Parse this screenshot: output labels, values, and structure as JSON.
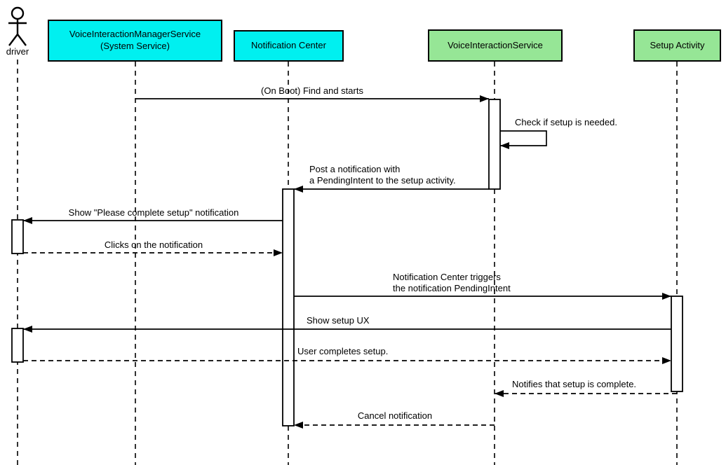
{
  "diagram": {
    "type": "uml-sequence-diagram",
    "actors": [
      {
        "id": "driver",
        "kind": "actor",
        "label": "driver"
      },
      {
        "id": "voice-interaction-manager-service",
        "kind": "participant",
        "label": "VoiceInteractionManagerService\n(System Service)",
        "color": "#00F0F0"
      },
      {
        "id": "notification-center",
        "kind": "participant",
        "label": "Notification Center",
        "color": "#00F0F0"
      },
      {
        "id": "voice-interaction-service",
        "kind": "participant",
        "label": "VoiceInteractionService",
        "color": "#96E696"
      },
      {
        "id": "setup-activity",
        "kind": "participant",
        "label": "Setup Activity",
        "color": "#96E696"
      }
    ],
    "messages": [
      {
        "from": "voice-interaction-manager-service",
        "to": "voice-interaction-service",
        "style": "solid",
        "label": "(On Boot) Find and starts"
      },
      {
        "from": "voice-interaction-service",
        "to": "voice-interaction-service",
        "style": "solid",
        "self_message": true,
        "label": "Check if setup is needed."
      },
      {
        "from": "voice-interaction-service",
        "to": "notification-center",
        "style": "solid",
        "label": "Post a notification with\na PendingIntent to the setup activity."
      },
      {
        "from": "notification-center",
        "to": "driver",
        "style": "solid",
        "label": "Show \"Please complete setup\" notification"
      },
      {
        "from": "driver",
        "to": "notification-center",
        "style": "dashed",
        "label": "Clicks on the notification"
      },
      {
        "from": "notification-center",
        "to": "setup-activity",
        "style": "solid",
        "label": "Notification Center triggers\nthe notification PendingIntent"
      },
      {
        "from": "setup-activity",
        "to": "driver",
        "style": "solid",
        "label": "Show setup UX"
      },
      {
        "from": "driver",
        "to": "setup-activity",
        "style": "dashed",
        "label": "User completes setup."
      },
      {
        "from": "setup-activity",
        "to": "voice-interaction-service",
        "style": "dashed",
        "label": "Notifies that setup is complete."
      },
      {
        "from": "voice-interaction-service",
        "to": "notification-center",
        "style": "dashed",
        "label": "Cancel notification"
      }
    ],
    "colors": {
      "participant_cyan": "#00F0F0",
      "participant_green": "#96E696",
      "line": "#000000",
      "background": "#FFFFFF"
    }
  }
}
